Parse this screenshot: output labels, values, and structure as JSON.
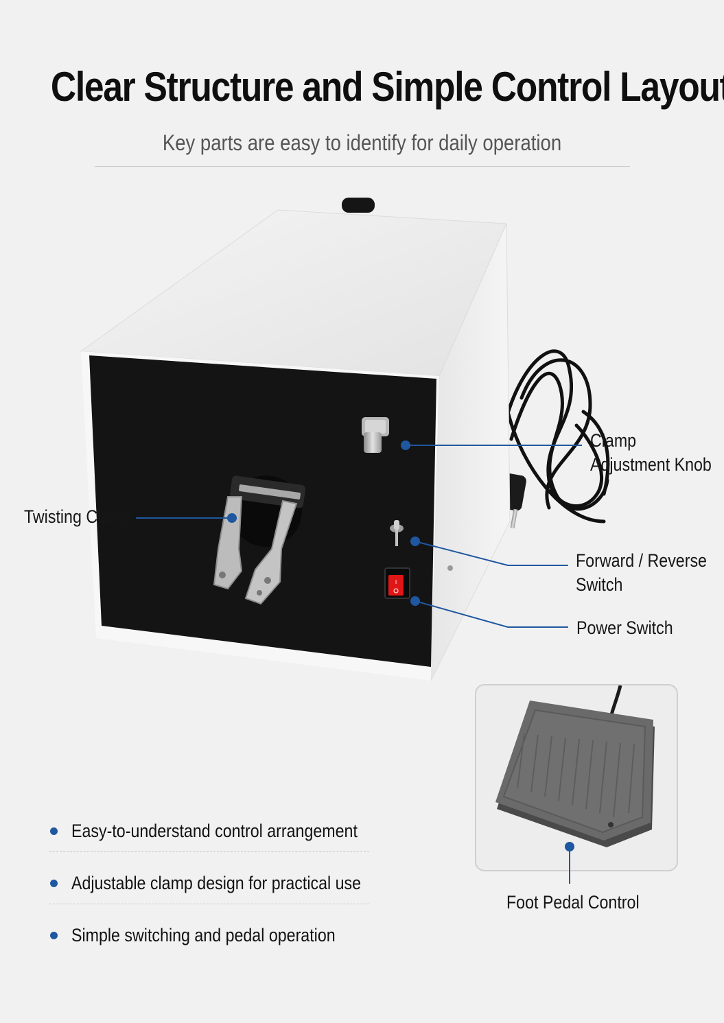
{
  "header": {
    "title": "Clear Structure and Simple Control Layout",
    "subtitle": "Key parts are easy to identify for daily operation"
  },
  "callouts": {
    "clamp_adjustment_knob": [
      "Clamp",
      "Adjustment Knob"
    ],
    "twisting_clamp": "Twisting Clamp",
    "forward_reverse_switch": [
      "Forward / Reverse",
      "Switch"
    ],
    "power_switch": "Power Switch",
    "foot_pedal_control": "Foot Pedal Control"
  },
  "features": [
    "Easy-to-understand control arrangement",
    "Adjustable clamp design for practical use",
    "Simple switching and pedal operation"
  ],
  "colors": {
    "background": "#f1f1f1",
    "callout_line": "#1f57a0",
    "bullet": "#1f57a0",
    "power_rocker": "#e01616"
  }
}
